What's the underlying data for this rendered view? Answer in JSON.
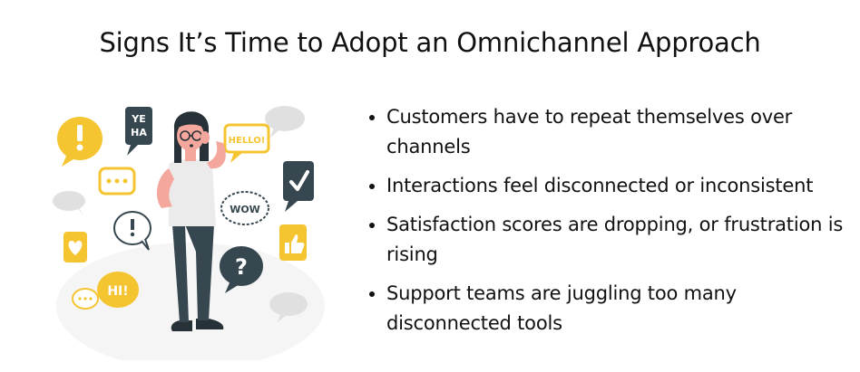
{
  "page": {
    "title": "Signs It’s Time to Adopt an Omnichannel Approach"
  },
  "bullets": [
    "Customers have to repeat themselves over channels",
    "Interactions feel disconnected or inconsistent",
    "Satisfaction scores are dropping, or frustration is rising",
    "Support teams are juggling too many disconnected tools"
  ],
  "illustration": {
    "bubbles": [
      "YE HA",
      "HELLO!",
      "WOW",
      "HI!",
      "!",
      "?",
      "…",
      "✓",
      "♥",
      "👍"
    ],
    "colors": {
      "accent": "#F5C531",
      "dark": "#37474F",
      "skin": "#F4A79D",
      "hair": "#263238",
      "shirt": "#EBEBEB",
      "pants": "#37474F",
      "grey": "#E0E0E0"
    }
  }
}
